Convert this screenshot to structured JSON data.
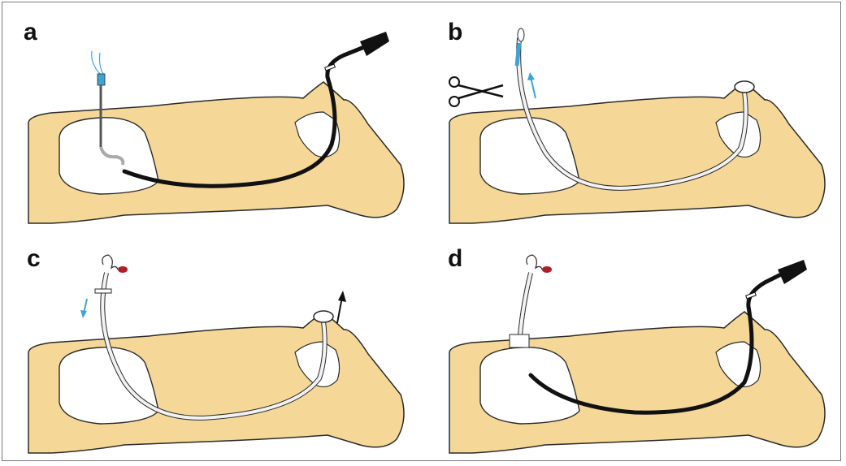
{
  "panels": [
    {
      "label": "a"
    },
    {
      "label": "b"
    },
    {
      "label": "c"
    },
    {
      "label": "d"
    }
  ],
  "colors": {
    "body_fill": "#F5D898",
    "outline": "#2a2a2a",
    "endoscope": "#111111",
    "catheter_blue": "#3FA3D6",
    "arrow_blue": "#3FA3D6",
    "tube_fill": "#f2f2f2",
    "bumper_red": "#B01E2A"
  },
  "icons": [
    "scissors-icon",
    "blue-arrow-up-icon",
    "blue-arrow-down-icon",
    "black-arrow-up-icon"
  ]
}
